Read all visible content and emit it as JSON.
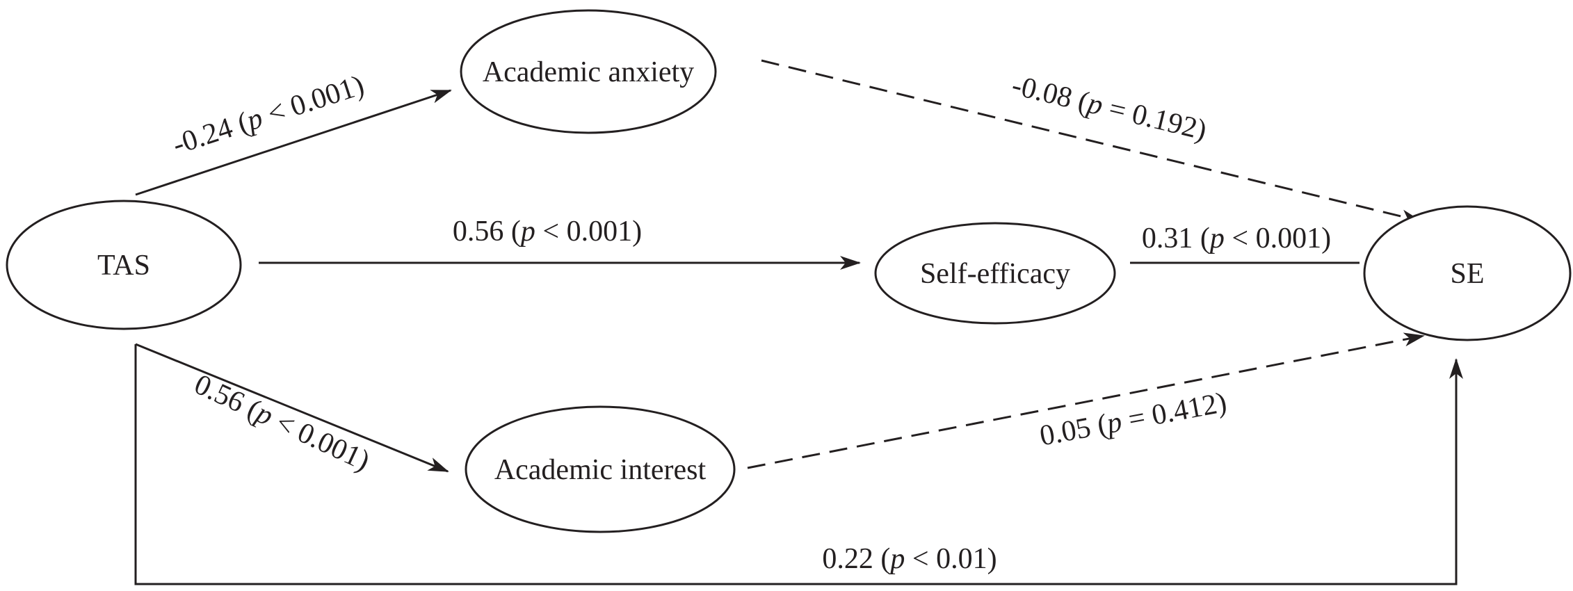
{
  "diagram": {
    "nodes": {
      "tas": "TAS",
      "academic_anxiety": "Academic anxiety",
      "self_efficacy": "Self-efficacy",
      "academic_interest": "Academic interest",
      "se": "SE"
    },
    "paths": [
      {
        "id": "tas-anxiety",
        "from": "TAS",
        "to": "Academic anxiety",
        "coef": "-0.24 (",
        "p": "p",
        "rel": " < 0.001)",
        "significant": true
      },
      {
        "id": "anxiety-se",
        "from": "Academic anxiety",
        "to": "SE",
        "coef": "-0.08 (",
        "p": "p",
        "rel": " = 0.192)",
        "significant": false
      },
      {
        "id": "tas-efficacy",
        "from": "TAS",
        "to": "Self-efficacy",
        "coef": "0.56 (",
        "p": "p",
        "rel": " < 0.001)",
        "significant": true
      },
      {
        "id": "efficacy-se",
        "from": "Self-efficacy",
        "to": "SE",
        "coef": "0.31 (",
        "p": "p",
        "rel": " < 0.001)",
        "significant": true
      },
      {
        "id": "tas-interest",
        "from": "TAS",
        "to": "Academic interest",
        "coef": "0.56 (",
        "p": "p",
        "rel": " < 0.001)",
        "significant": true
      },
      {
        "id": "interest-se",
        "from": "Academic interest",
        "to": "SE",
        "coef": "0.05 (",
        "p": "p",
        "rel": " = 0.412)",
        "significant": false
      },
      {
        "id": "tas-se",
        "from": "TAS",
        "to": "SE",
        "coef": "0.22 (",
        "p": "p",
        "rel": " < 0.01)",
        "significant": true
      }
    ],
    "colors": {
      "stroke": "#231f20",
      "background": "#ffffff"
    }
  }
}
